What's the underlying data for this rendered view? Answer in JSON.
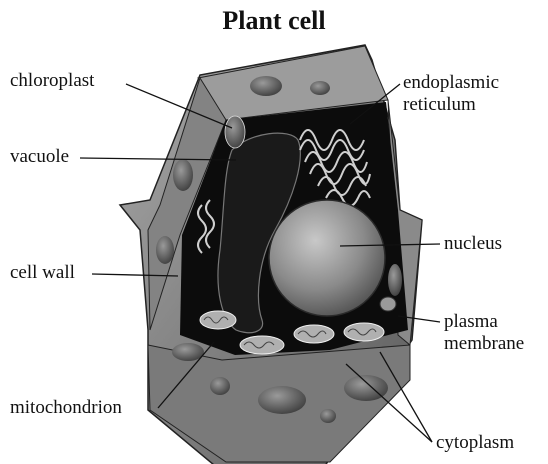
{
  "title": "Plant cell",
  "labels": {
    "chloroplast": "chloroplast",
    "vacuole": "vacuole",
    "cell_wall": "cell wall",
    "mitochondrion": "mitochondrion",
    "er_line1": "endoplasmic",
    "er_line2": "reticulum",
    "nucleus": "nucleus",
    "plasma_line1": "plasma",
    "plasma_line2": "membrane",
    "cytoplasm": "cytoplasm"
  },
  "colors": {
    "wall_light": "#9a9a9a",
    "wall_mid": "#6e6e6e",
    "wall_dark": "#4a4a4a",
    "interior": "#0c0c0c",
    "nucleus": "#8c8c8c",
    "organelle_light": "#cfcfcf"
  }
}
